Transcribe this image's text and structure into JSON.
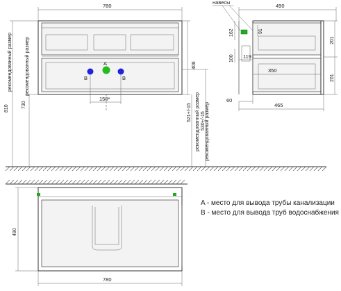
{
  "dimensions": {
    "front_width": "780",
    "side_depth": "490",
    "hinges": "навесы",
    "d162": "162",
    "d91": "91",
    "d201_top": "201",
    "d201_bottom": "201",
    "d100": "100",
    "d119": "119",
    "d350": "350",
    "d60": "60",
    "d465": "465",
    "d408": "408",
    "d810": "810",
    "d730": "730",
    "d150": "150*",
    "d521": "521+/-15",
    "d530": "530+/-15",
    "rec_size": "рекомендованный размер",
    "plan_depth": "490",
    "plan_width": "780"
  },
  "markers": {
    "a": "A",
    "b_left": "B",
    "b_right": "B"
  },
  "colors": {
    "marker_a": "#22bb22",
    "marker_b": "#2222dd",
    "hinge": "#22aa22"
  },
  "legend": {
    "line_a": "A - место для вывода трубы канализации",
    "line_b": "B - место для вывода труб водоснабжения"
  }
}
